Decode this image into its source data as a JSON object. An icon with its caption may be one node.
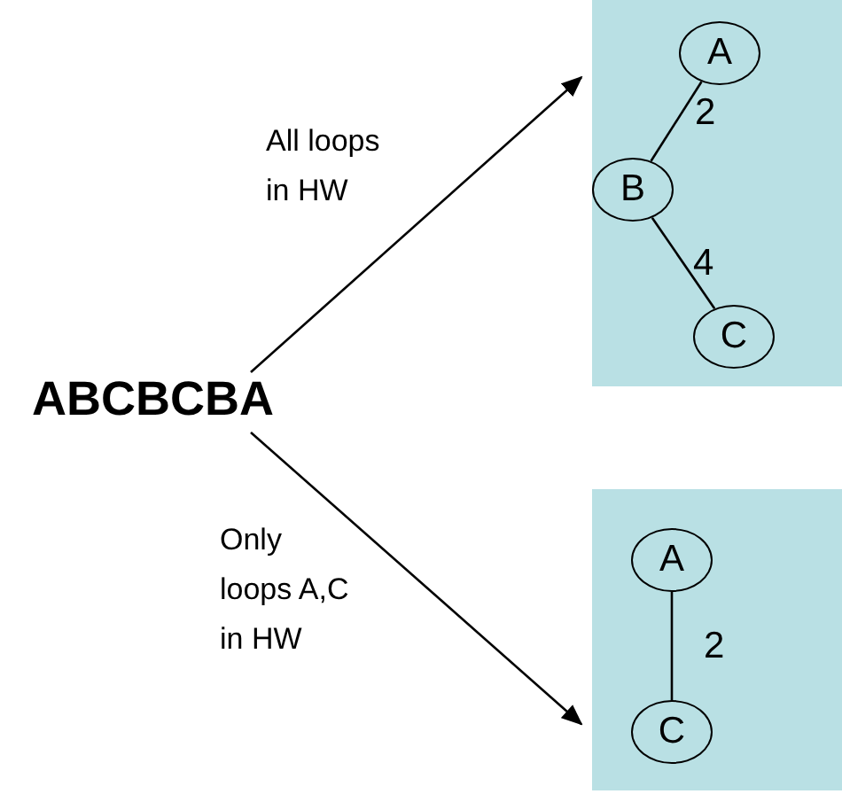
{
  "diagram": {
    "nodes": [
      {
        "text": [
          "ABCBCBA"
        ]
      },
      {
        "text": [],
        "shape": "box"
      },
      {
        "text": [
          "A"
        ],
        "in": 1
      },
      {
        "text": [
          "B"
        ],
        "in": 1
      },
      {
        "text": [
          "C"
        ],
        "in": 1
      },
      {
        "text": [],
        "shape": "box"
      },
      {
        "text": [
          "A"
        ],
        "in": 5
      },
      {
        "text": [
          "C"
        ],
        "in": 5
      }
    ],
    "edges": [
      {
        "from": 0,
        "to": 1,
        "arrow": "to",
        "label": "All loops in HW"
      },
      {
        "from": 0,
        "to": 5,
        "arrow": "to",
        "label": "Only loops A,C in HW"
      },
      {
        "from": 2,
        "to": 3,
        "arrow": "none",
        "label": "2"
      },
      {
        "from": 3,
        "to": 4,
        "arrow": "none",
        "label": "4"
      },
      {
        "from": 6,
        "to": 7,
        "arrow": "none",
        "label": "2"
      }
    ]
  }
}
